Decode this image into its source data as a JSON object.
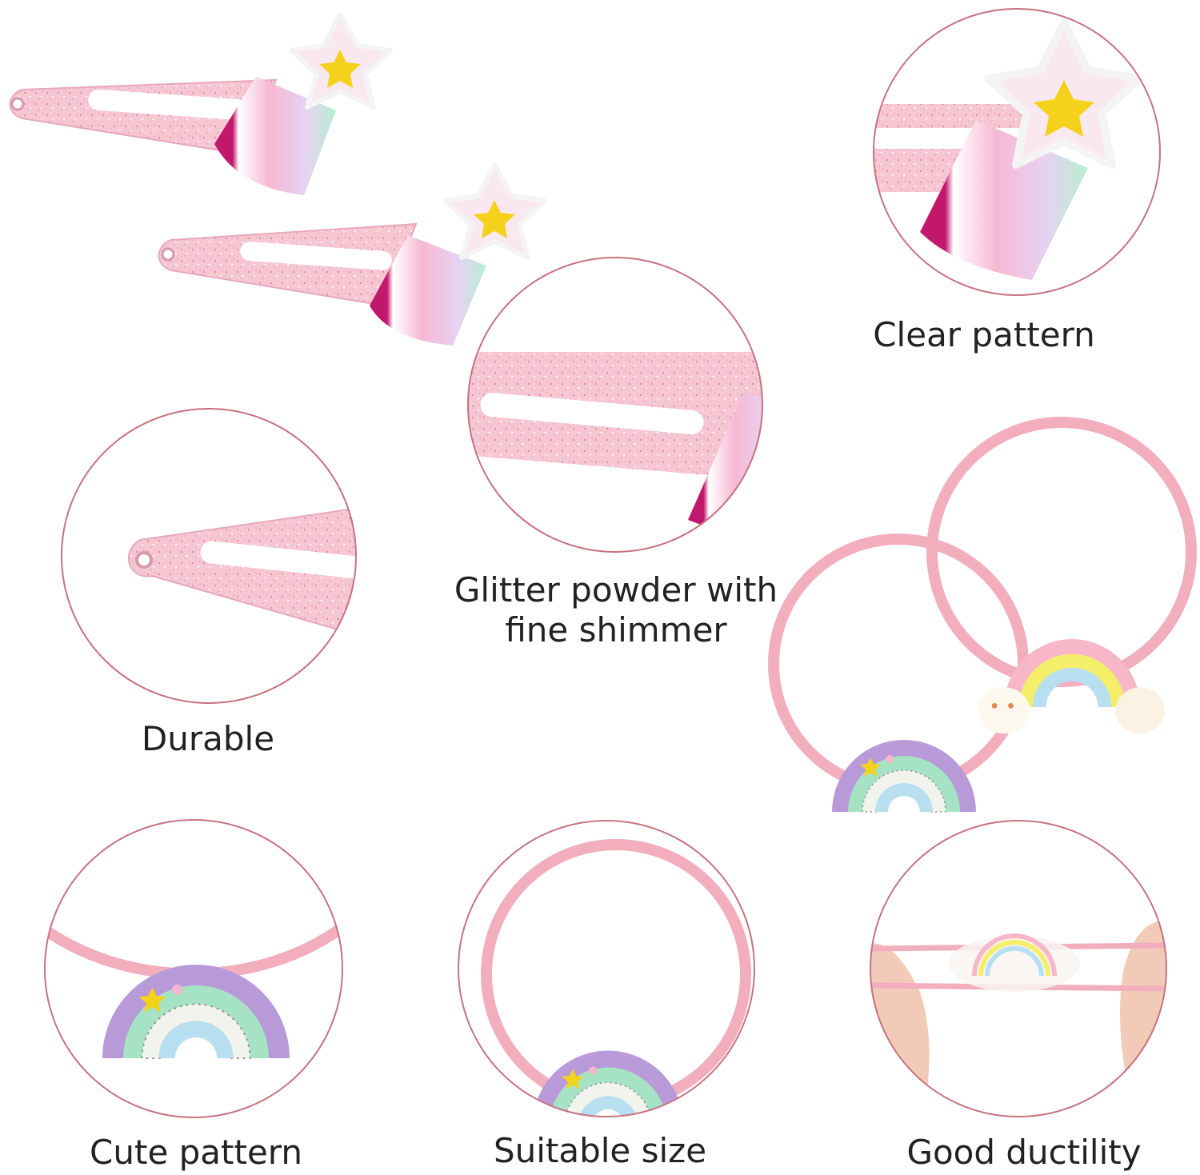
{
  "captions": {
    "clear_pattern": "Clear pattern",
    "glitter_line1": "Glitter powder with",
    "glitter_line2": "fine shimmer",
    "durable": "Durable",
    "cute_pattern": "Cute pattern",
    "suitable_size": "Suitable size",
    "good_ductility": "Good ductility"
  },
  "colors": {
    "circle_outline": "#c7727f",
    "clip_pink": "#f6c7d2",
    "band_pink": "#f2aebd",
    "magenta": "#c2186b",
    "star_yellow": "#f4d21c",
    "rainbow_purple": "#b89ad8",
    "rainbow_green": "#a6e3c4",
    "rainbow_blue": "#b8dff0",
    "rainbow_yellow": "#f5ee6a",
    "skin": "#f1cbb8"
  }
}
